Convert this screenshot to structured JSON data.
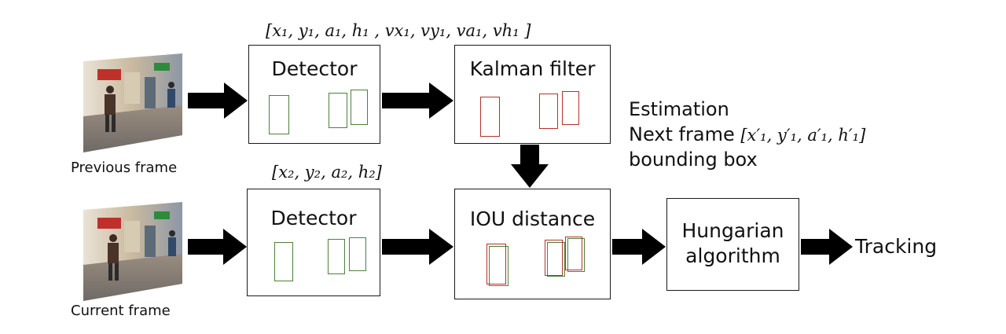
{
  "inputs": {
    "previous_caption": "Previous frame",
    "current_caption": "Current frame"
  },
  "detector_top": {
    "title": "Detector",
    "vector": "[x₁, y₁, a₁, h₁ , vx₁, vy₁, va₁, vh₁ ]"
  },
  "detector_bottom": {
    "title": "Detector",
    "vector": "[x₂, y₂, a₂, h₂]"
  },
  "kalman": {
    "title": "Kalman filter"
  },
  "estimation": {
    "line1": "Estimation",
    "line2": "Next frame",
    "vector": "[x′₁, y′₁, a′₁, h′₁]",
    "line3": "bounding box"
  },
  "iou": {
    "title": "IOU distance"
  },
  "hungarian": {
    "line1": "Hungarian",
    "line2": "algorithm"
  },
  "output": {
    "label": "Tracking"
  },
  "colors": {
    "detection_box": "#4f7f3a",
    "prediction_box": "#b3322a",
    "arrow": "#000000"
  }
}
